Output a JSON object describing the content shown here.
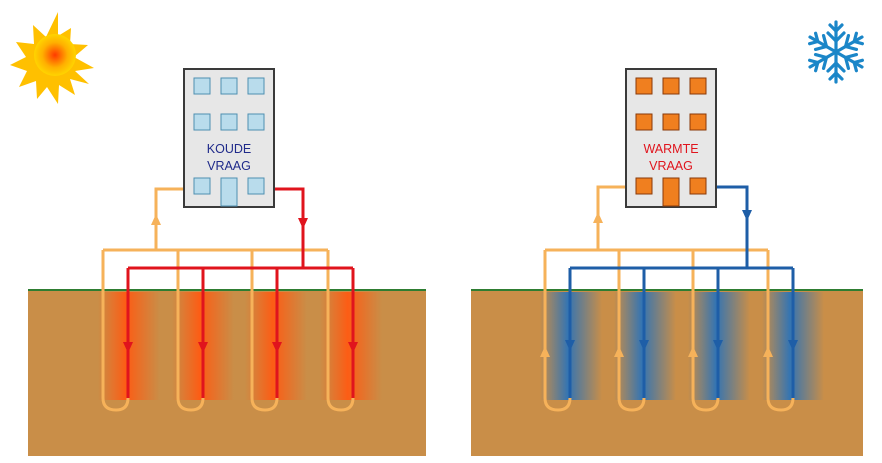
{
  "summer_panel": {
    "icon": "sun-icon",
    "building_label_line1": "KOUDE",
    "building_label_line2": "VRAAG",
    "label_color": "#1f2a8a",
    "window_color": "#b9dcec",
    "warm_return_color": "#e0141d",
    "cool_supply_color": "#f6b25a",
    "ground_glow_color": "#ff5a12"
  },
  "winter_panel": {
    "icon": "snowflake-icon",
    "building_label_line1": "WARMTE",
    "building_label_line2": "VRAAG",
    "label_color": "#e0141d",
    "window_color": "#f07f1f",
    "cold_return_color": "#1e5ea7",
    "warm_supply_color": "#f6b25a",
    "ground_glow_color": "#2c73b8"
  },
  "colors": {
    "soil": "#c98e48",
    "grass_line": "#2e7d32",
    "building_body": "#e7e7e7"
  }
}
